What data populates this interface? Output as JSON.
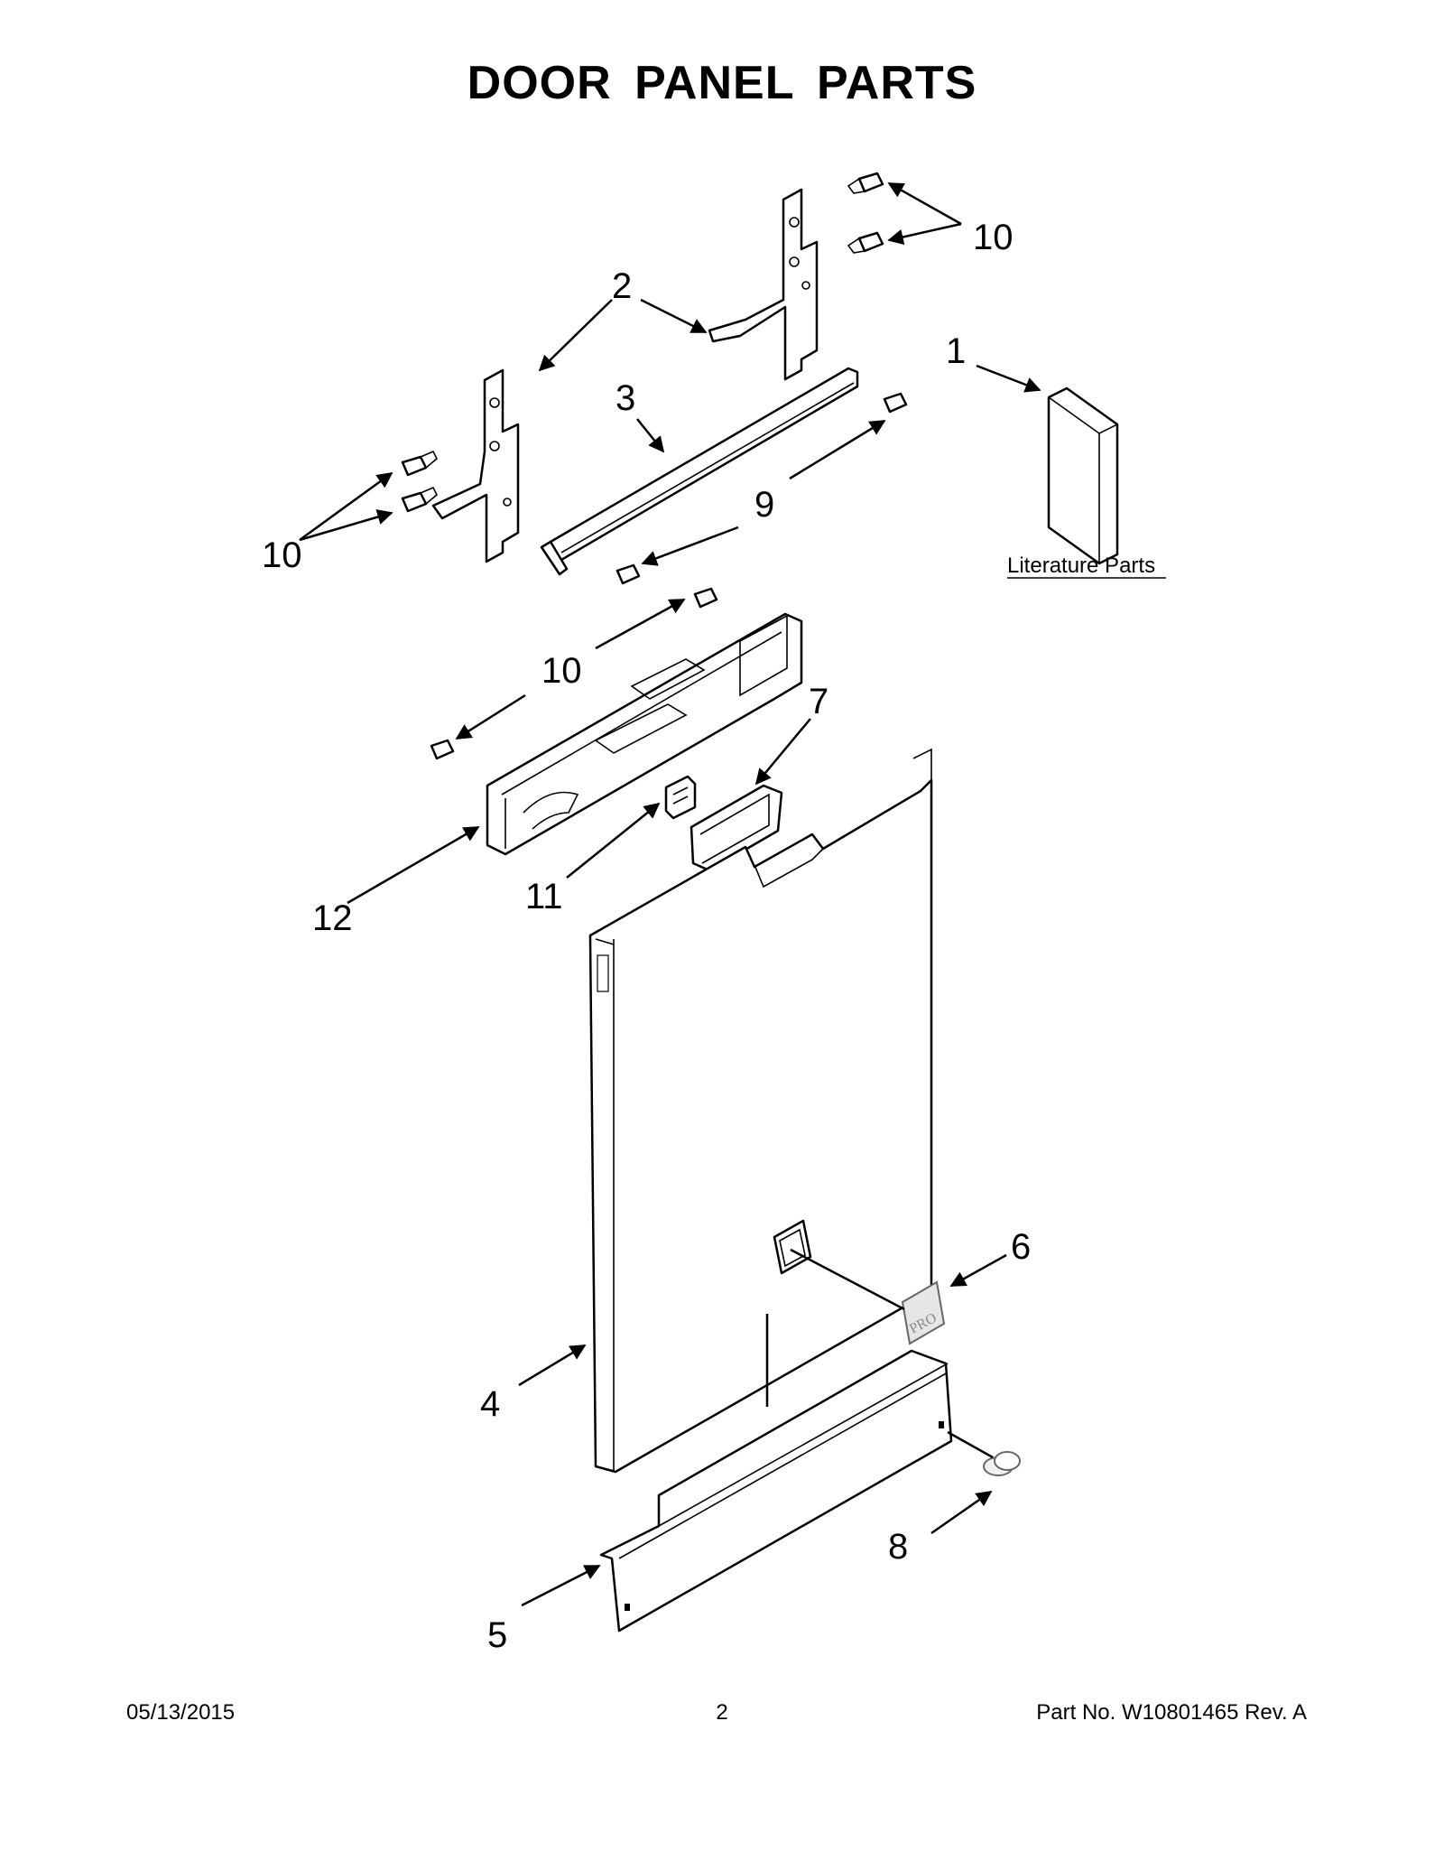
{
  "title": "DOOR PANEL PARTS",
  "literature_label": "Literature Parts",
  "callouts": {
    "c1": "1",
    "c2": "2",
    "c3": "3",
    "c4": "4",
    "c5": "5",
    "c6": "6",
    "c7": "7",
    "c8": "8",
    "c9": "9",
    "c10a": "10",
    "c10b": "10",
    "c10c": "10",
    "c11": "11",
    "c12": "12"
  },
  "footer": {
    "date": "05/13/2015",
    "page": "2",
    "part_no": "Part No.  W10801465  Rev.  A"
  }
}
